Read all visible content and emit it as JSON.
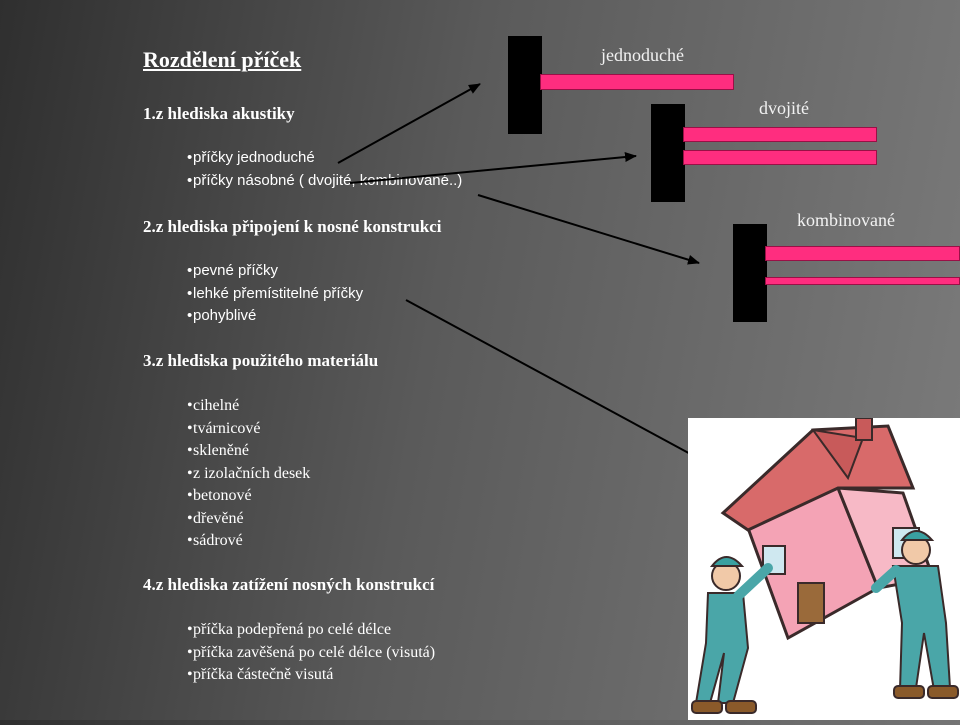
{
  "title": "Rozdělení příček",
  "sections": [
    {
      "heading": "1.z hlediska akustiky",
      "items": [
        "příčky jednoduché",
        "příčky násobné  ( dvojité, kombinované..)"
      ]
    },
    {
      "heading": "2.z hlediska připojení k nosné konstrukci",
      "items": [
        "pevné příčky",
        "lehké přemístitelné příčky",
        "pohyblivé"
      ]
    },
    {
      "heading": "3.z hlediska použitého materiálu",
      "items": [
        "cihelné",
        "tvárnicové",
        "skleněné",
        "z izolačních desek",
        "betonové",
        "dřevěné",
        "sádrové"
      ]
    },
    {
      "heading": "4.z hlediska zatížení nosných konstrukcí",
      "items": [
        "příčka podepřená po celé délce",
        "příčka zavěšená po celé délce (visutá)",
        "příčka částečně visutá"
      ]
    }
  ],
  "diagram": {
    "labels": {
      "single": "jednoduché",
      "double": "dvojité",
      "combined": "kombinované"
    },
    "colors": {
      "post": "#000000",
      "partition": "#ff2d7f",
      "arrow": "#000000"
    }
  },
  "picture": {
    "icon": "movers-carrying-house-clipart"
  }
}
